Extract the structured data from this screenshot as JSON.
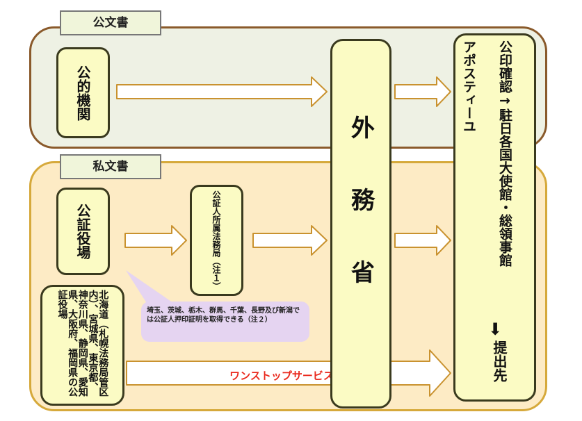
{
  "public_documents": {
    "tab_label": "公文書",
    "source_label": "公的機関"
  },
  "private_documents": {
    "tab_label": "私文書",
    "notary_label": "公証役場",
    "legal_affairs_label": "公証人所属法務局（注１）",
    "onestop_offices_label": "北海道（札幌法務局管区内）、宮城県、東京都、神奈川県、静岡県、愛知県、大阪府、福岡県の公証役場",
    "note_text": "埼玉、茨城、栃木、群馬、千葉、長野及び新潟では公証人押印証明を取得できる（注２）",
    "onestop_service_label": "ワンストップサービス"
  },
  "mofa": {
    "label": "外務省"
  },
  "destination": {
    "apostille_label": "アポスティーユ",
    "authentication_label": "公印確認→駐日各国大使館・総領事館",
    "submit_label": "提出先"
  },
  "colors": {
    "public_section_bg": "#eef1e4",
    "public_section_border": "#8a5a2b",
    "private_section_bg": "#fdebc5",
    "private_section_border": "#d6a93b",
    "node_fill": "#fbfbc4",
    "node_border": "#3a3a1e",
    "note_fill": "#e5d4f1",
    "onestop_text": "#ea2a1e"
  }
}
